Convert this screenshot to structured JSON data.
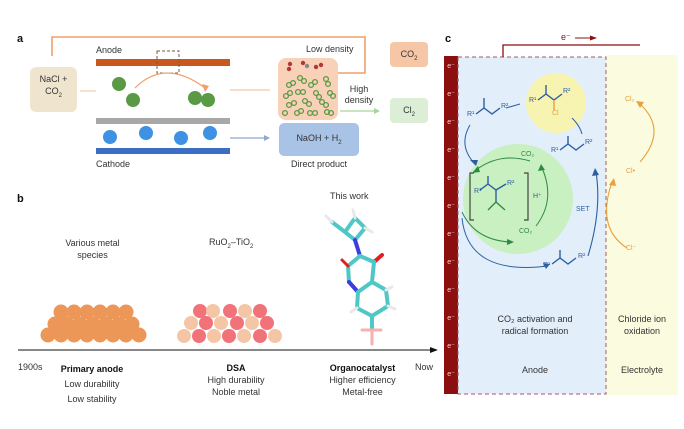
{
  "panel_a": {
    "letter": "a",
    "input_box": {
      "line1": "NaCl +",
      "line2": "CO",
      "line2_sub": "2"
    },
    "anode_label": "Anode",
    "cathode_label": "Cathode",
    "low_density": "Low density",
    "high_density_1": "High",
    "high_density_2": "density",
    "co2_box": {
      "text": "CO",
      "sub": "2"
    },
    "cl2_box": {
      "text": "Cl",
      "sub": "2"
    },
    "naoh_box": {
      "text": "NaOH + H",
      "sub": "2"
    },
    "direct_product": "Direct product",
    "colors": {
      "anode": "#c8581e",
      "cathode": "#3c6fc4",
      "membrane": "#a8a8a8",
      "input_box": "#efe5cf",
      "co2_box": "#f6c7a7",
      "cl2_box": "#dcefd6",
      "naoh_box": "#a9c3e6",
      "bubble_box": "#f9d1b8",
      "outline": "#efa06b"
    }
  },
  "panel_b": {
    "letter": "b",
    "eras": [
      {
        "top_label": "Various metal",
        "top_label_2": "species",
        "name": "Primary anode",
        "prop1": "Low durability",
        "prop2": "Low stability"
      },
      {
        "top_label": "RuO",
        "top_label_sub": "2",
        "top_label_mid": "–TiO",
        "top_label_sub2": "2",
        "name": "DSA",
        "prop1": "High durability",
        "prop2": "Noble metal"
      },
      {
        "top_label": "This work",
        "name": "Organocatalyst",
        "prop1": "Higher efficiency",
        "prop2": "Metal-free"
      }
    ],
    "timeline_start": "1900s",
    "timeline_end": "Now",
    "colors": {
      "primary": "#ec9758",
      "dsa_pink": "#f2727a",
      "dsa_peach": "#f5c6a6"
    }
  },
  "panel_c": {
    "letter": "c",
    "electron_flow": "e⁻",
    "electrode_labels": [
      "e⁻",
      "e⁻",
      "e⁻",
      "e⁻",
      "e⁻",
      "e⁻",
      "e⁻",
      "e⁻",
      "e⁻",
      "e⁻",
      "e⁻",
      "e⁻"
    ],
    "anode_caption_1": "CO₂ activation and",
    "anode_caption_2": "radical formation",
    "anode_label": "Anode",
    "electrolyte_caption_1": "Chloride ion",
    "electrolyte_caption_2": "oxidation",
    "electrolyte_label": "Electrolyte",
    "set_label": "SET",
    "co2_top": "CO₂",
    "co2_bottom": "CO₂",
    "h_plus": "H⁺",
    "cl2": "Cl₂",
    "cl_radical": "Cl•",
    "cl_anion": "Cl⁻",
    "r1": "R¹",
    "r2": "R²",
    "colors": {
      "electrode": "#8b0f0f",
      "anode_bg": "#e3eefb",
      "electrolyte_bg": "#fbfbdf",
      "green_zone": "#c9f0c0",
      "yellow_zone": "#f7f3b0",
      "molecule_blue": "#2d5fa0",
      "green_chem": "#2f8a45",
      "chloride_orange": "#e8a040"
    }
  }
}
